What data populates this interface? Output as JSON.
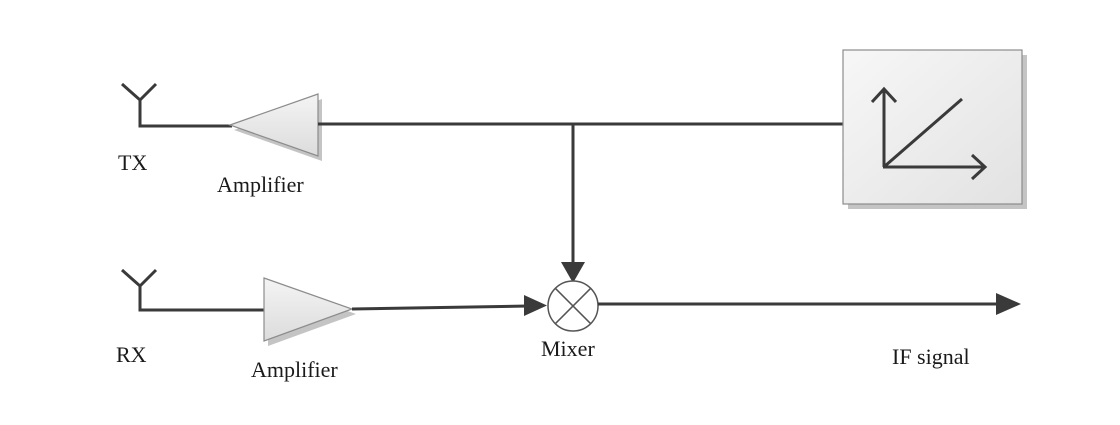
{
  "labels": {
    "tx": "TX",
    "rx": "RX",
    "tx_amplifier": "Amplifier",
    "rx_amplifier": "Amplifier",
    "mixer": "Mixer",
    "if_signal": "IF signal"
  },
  "colors": {
    "line": "#3a3a3a",
    "block_fill": "#e4e4e4",
    "block_stroke": "#8c8c8c",
    "shadow": "#b5b5b5"
  },
  "icons": {
    "tx_antenna": "antenna-icon",
    "rx_antenna": "antenna-icon",
    "mixer_symbol": "mixer-cross-icon",
    "chirp_generator": "ramp-graph-icon"
  }
}
